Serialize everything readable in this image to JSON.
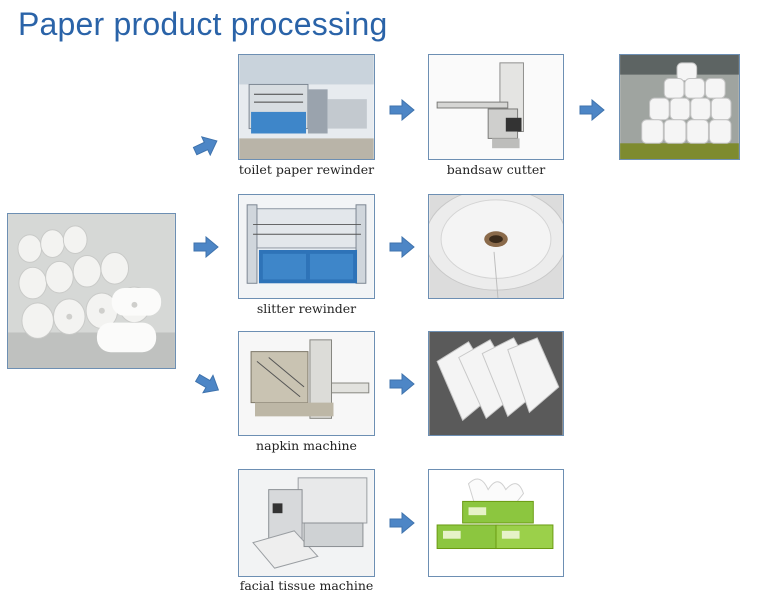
{
  "title": "Paper product processing",
  "colors": {
    "title": "#2a63a8",
    "arrow": "#4d86c6",
    "frame": "#6d8fb3"
  },
  "steps": {
    "toilet_paper_rewinder": "toilet paper rewinder",
    "bandsaw_cutter": "bandsaw cutter",
    "slitter_rewinder": "slitter rewinder",
    "napkin_machine": "napkin machine",
    "facial_tissue_machine": "facial tissue machine"
  }
}
